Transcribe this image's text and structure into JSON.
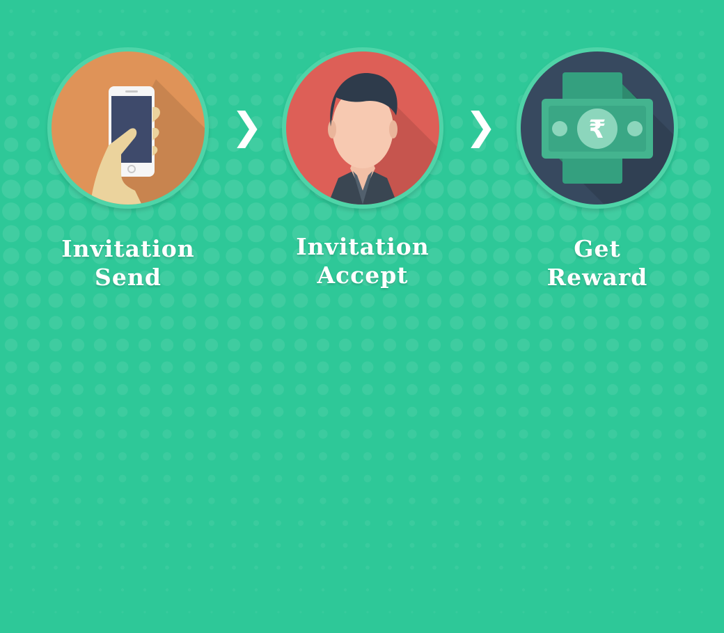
{
  "steps": [
    {
      "line1": "Invitation",
      "line2": "Send",
      "icon": "hand-holding-phone-icon"
    },
    {
      "line1": "Invitation",
      "line2": "Accept",
      "icon": "user-avatar-icon"
    },
    {
      "line1": "Get",
      "line2": "Reward",
      "icon": "rupee-banknote-icon"
    }
  ],
  "arrow_glyph": "❯",
  "colors": {
    "background": "#2ec898",
    "circle_ring": "#4fd4a8",
    "send_circle": "#df9358",
    "accept_circle": "#dd5f57",
    "reward_circle": "#37495f"
  }
}
